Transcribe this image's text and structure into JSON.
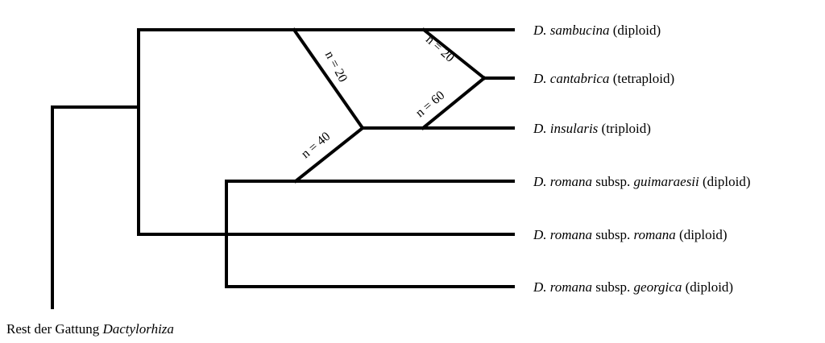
{
  "colors": {
    "line": "#000000",
    "text": "#000000",
    "background": "#ffffff"
  },
  "taxa": [
    {
      "parts": [
        {
          "text": "D. sambucina",
          "italic": true
        },
        {
          "text": " (diploid)",
          "italic": false
        }
      ]
    },
    {
      "parts": [
        {
          "text": "D. cantabrica",
          "italic": true
        },
        {
          "text": " (tetraploid)",
          "italic": false
        }
      ]
    },
    {
      "parts": [
        {
          "text": "D. insularis",
          "italic": true
        },
        {
          "text": " (triploid)",
          "italic": false
        }
      ]
    },
    {
      "parts": [
        {
          "text": "D. romana",
          "italic": true
        },
        {
          "text": " subsp. ",
          "italic": false
        },
        {
          "text": "guimaraesii",
          "italic": true
        },
        {
          "text": " (diploid)",
          "italic": false
        }
      ]
    },
    {
      "parts": [
        {
          "text": "D. romana",
          "italic": true
        },
        {
          "text": " subsp. ",
          "italic": false
        },
        {
          "text": "romana",
          "italic": true
        },
        {
          "text": " (diploid)",
          "italic": false
        }
      ]
    },
    {
      "parts": [
        {
          "text": "D. romana",
          "italic": true
        },
        {
          "text": " subsp. ",
          "italic": false
        },
        {
          "text": "georgica",
          "italic": true
        },
        {
          "text": " (diploid)",
          "italic": false
        }
      ]
    }
  ],
  "outgroup": [
    {
      "text": "Rest der Gattung ",
      "italic": false
    },
    {
      "text": "Dactylorhiza",
      "italic": true
    }
  ],
  "edge_labels": {
    "sambucina_to_insularis": "n = 20",
    "sambucina_to_cantabrica": "n = 20",
    "insularis_to_cantabrica": "n = 60",
    "guimaraesii_to_insularis": "n = 40"
  }
}
